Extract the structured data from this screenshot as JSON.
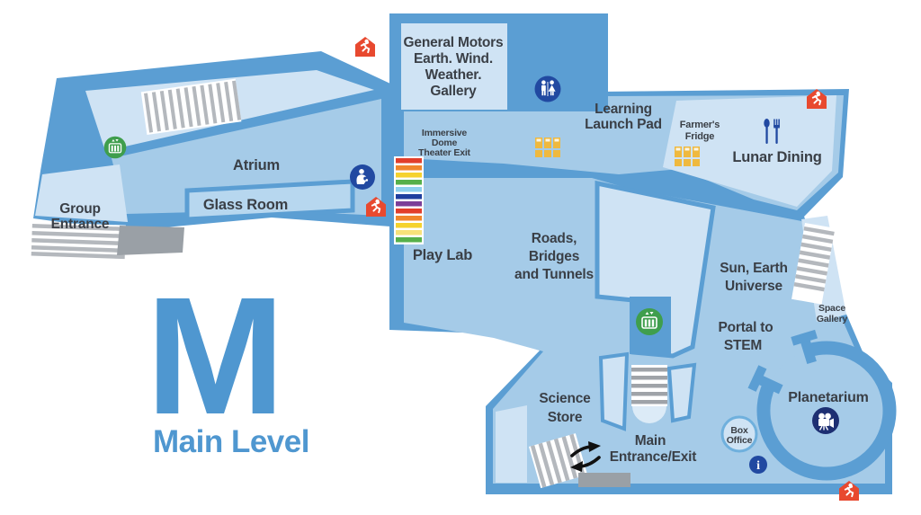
{
  "level": {
    "letter": "M",
    "name": "Main Level"
  },
  "rooms": {
    "gm_gallery": {
      "lines": [
        "General Motors",
        "Earth. Wind.",
        "Weather.",
        "Gallery"
      ]
    },
    "learning_launch_pad": {
      "lines": [
        "Learning",
        "Launch Pad"
      ]
    },
    "farmers_fridge": {
      "lines": [
        "Farmer's",
        "Fridge"
      ]
    },
    "lunar_dining": {
      "label": "Lunar Dining"
    },
    "immersive_dome": {
      "lines": [
        "Immersive",
        "Dome",
        "Theater Exit"
      ]
    },
    "atrium": {
      "label": "Atrium"
    },
    "glass_room": {
      "label": "Glass Room"
    },
    "group_entrance": {
      "lines": [
        "Group",
        "Entrance"
      ]
    },
    "play_lab": {
      "label": "Play Lab"
    },
    "roads_bridges": {
      "lines": [
        "Roads,",
        "Bridges",
        "and Tunnels"
      ]
    },
    "sun_earth_universe": {
      "lines": [
        "Sun, Earth",
        "Universe"
      ]
    },
    "portal_to_stem": {
      "lines": [
        "Portal to",
        "STEM"
      ]
    },
    "space_gallery": {
      "lines": [
        "Space",
        "Gallery"
      ]
    },
    "planetarium": {
      "label": "Planetarium"
    },
    "box_office": {
      "lines": [
        "Box",
        "Office"
      ]
    },
    "science_store": {
      "lines": [
        "Science",
        "Store"
      ]
    },
    "main_entrance": {
      "lines": [
        "Main",
        "Entrance/Exit"
      ]
    }
  },
  "icons": {
    "emergency_exit": {
      "name": "running-person-exit",
      "color": "#e8492f"
    },
    "restroom": {
      "name": "restroom-man-woman",
      "color": "#2149a1"
    },
    "nursing_room": {
      "name": "nursing-mother-baby",
      "color": "#2149a1"
    },
    "elevator": {
      "name": "elevator-people",
      "color": "#3f9e4d"
    },
    "dining": {
      "name": "spoon-and-fork",
      "color": "#2149a1"
    },
    "planetarium_shows": {
      "name": "movie-projector",
      "color": "#1d2f72"
    },
    "information": {
      "name": "info",
      "glyph": "i",
      "color": "#2149a1"
    },
    "vending": {
      "name": "vending-machines",
      "color": "#efb93f"
    },
    "stairs": {
      "name": "striped-stairs",
      "color": "#b4b8bd"
    },
    "entry_arrows": {
      "name": "two-way-arrows",
      "color": "#111111"
    }
  },
  "colors": {
    "walkway_blue": "#5b9ed3",
    "floor_blue": "#a5cbe8",
    "room_light_blue": "#cfe3f4",
    "glass_room_fill": "#b7d7ef",
    "brand_blue": "#4f97d0",
    "label_gray": "#3a3f46",
    "stair_gray": "#b4b8bd",
    "mat_gray": "#9aa0a6",
    "rainbow_strip": [
      "#e23e2b",
      "#f0862c",
      "#f5d22e",
      "#56b04a",
      "#8ed0ee",
      "#1f3e9e",
      "#7b3e98",
      "#e23e2b",
      "#f0862c",
      "#f5d22e",
      "#f7e27a",
      "#56b04a"
    ]
  }
}
